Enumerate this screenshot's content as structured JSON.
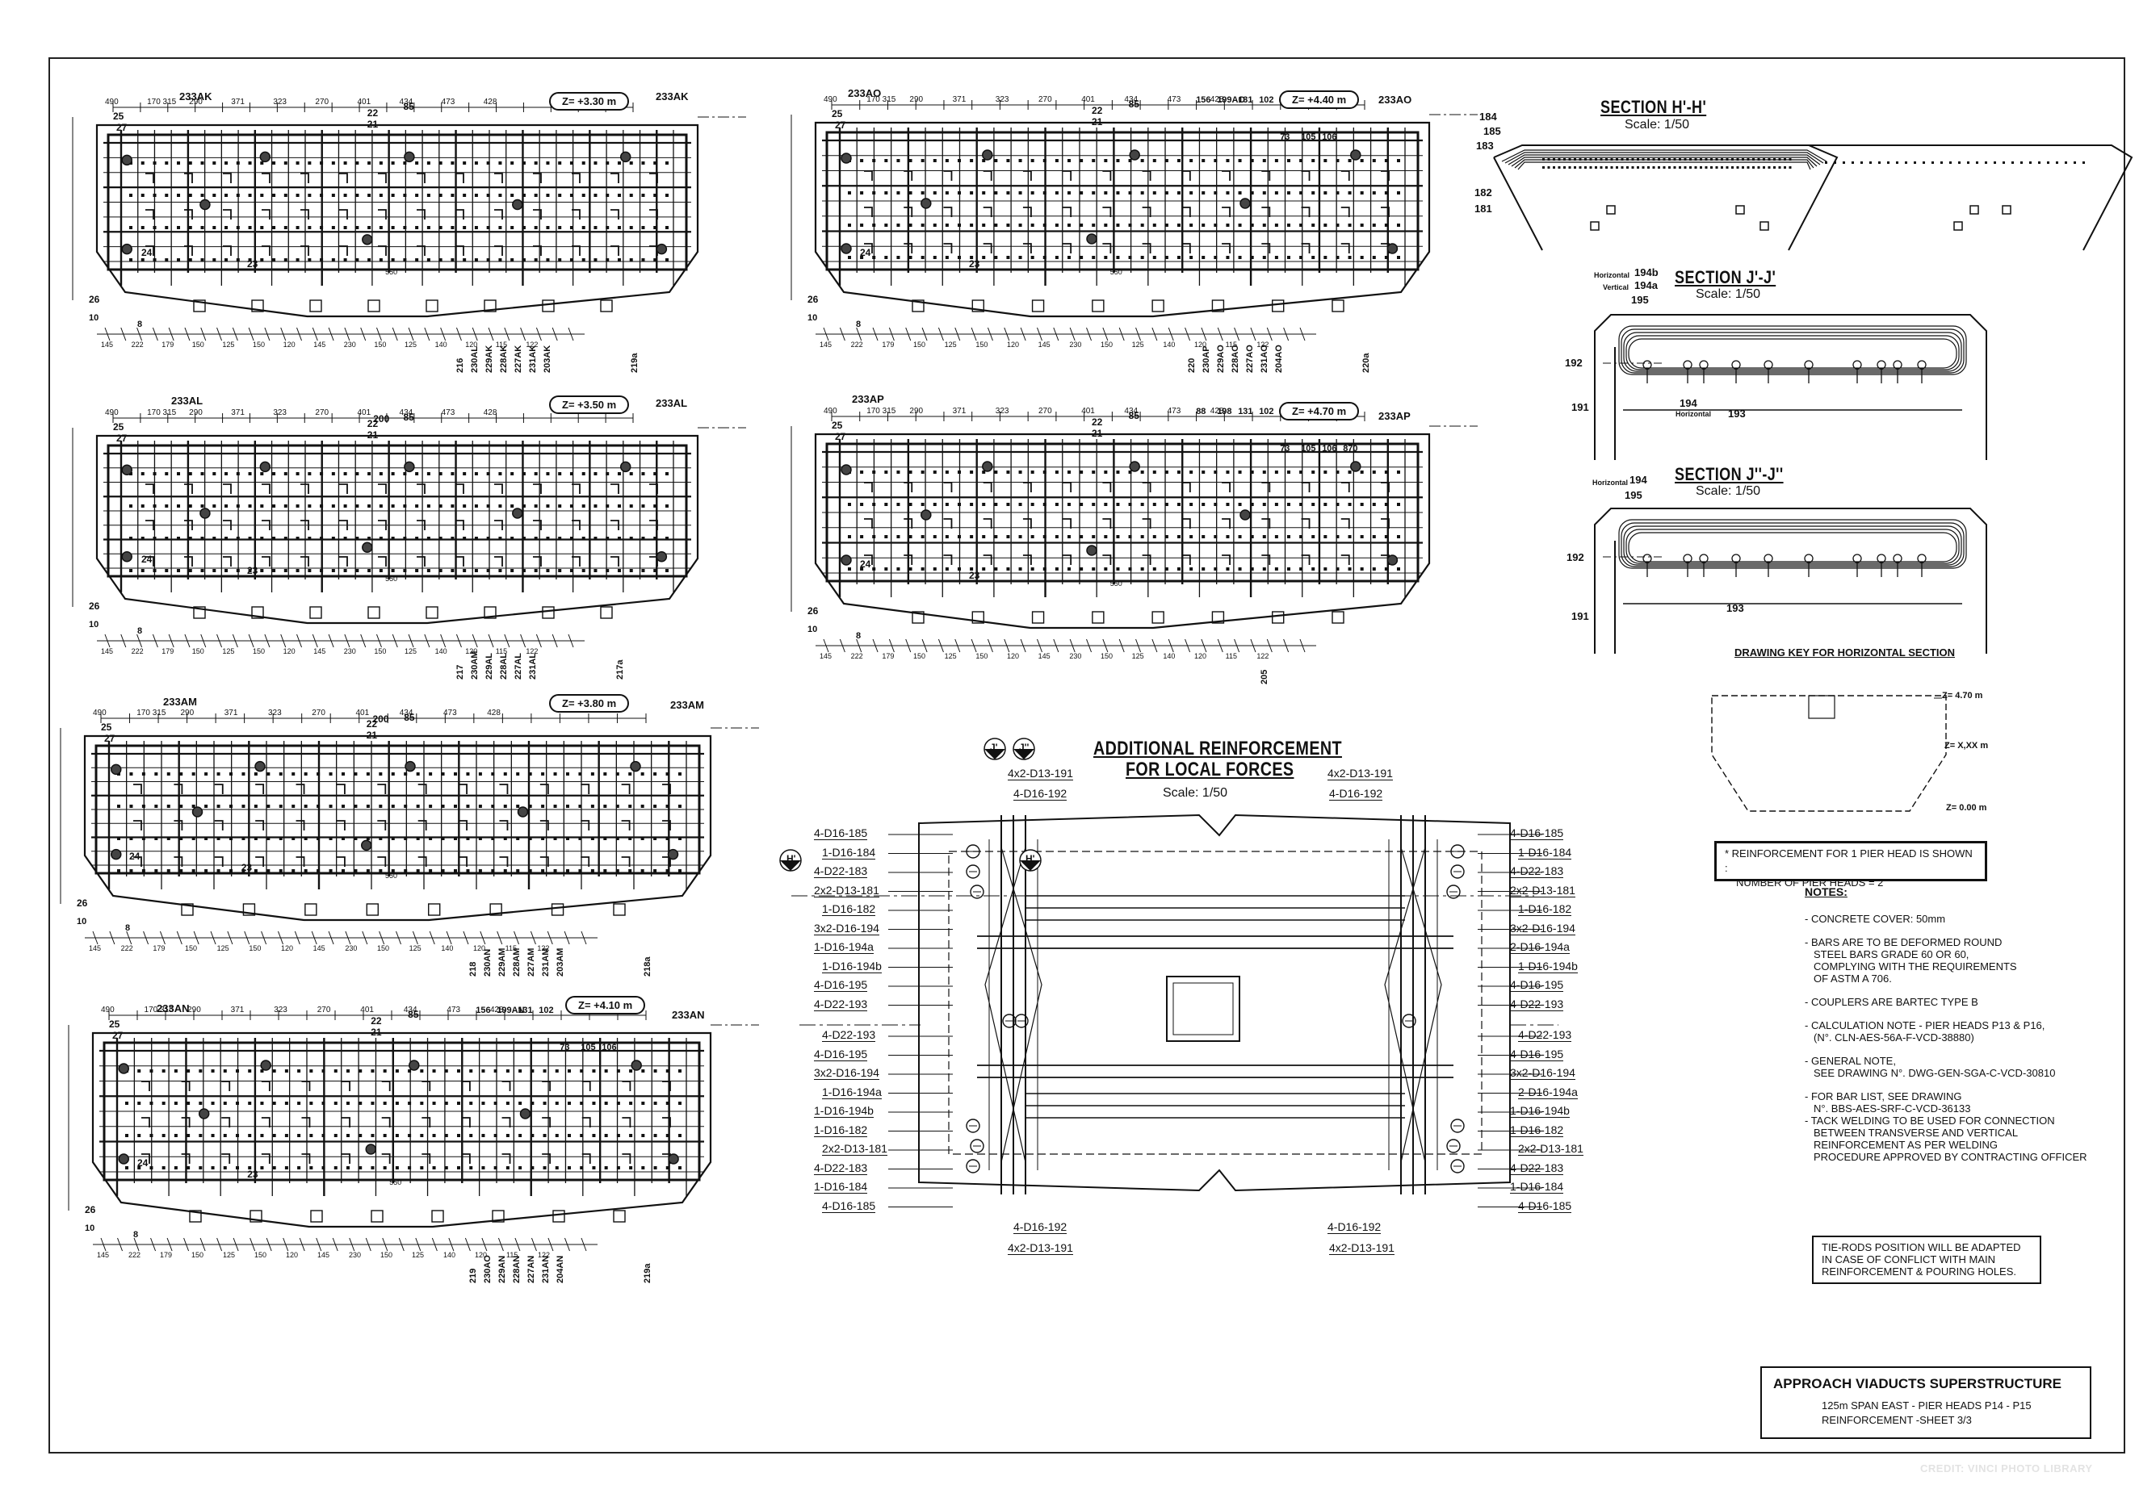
{
  "plans": [
    {
      "id": "p1",
      "elevation": "Z= +3.30 m",
      "top_tag": "233AK",
      "right_tag": "233AK"
    },
    {
      "id": "p2",
      "elevation": "Z= +3.50 m",
      "top_tag": "233AL",
      "right_tag": "233AL"
    },
    {
      "id": "p3",
      "elevation": "Z= +3.80 m",
      "top_tag": "233AM",
      "right_tag": "233AM"
    },
    {
      "id": "p4",
      "elevation": "Z= +4.10 m",
      "top_tag": "233AN",
      "right_tag": "233AN"
    },
    {
      "id": "p5",
      "elevation": "Z= +4.40 m",
      "top_tag": "233AO",
      "right_tag": "233AO"
    },
    {
      "id": "p6",
      "elevation": "Z= +4.70 m",
      "top_tag": "233AP",
      "right_tag": "233AP"
    }
  ],
  "plan_labels": {
    "top_dims": [
      "490",
      "170 315",
      "290",
      "371",
      "323",
      "270",
      "401",
      "434",
      "473",
      "428"
    ],
    "bottom_dims": [
      "145",
      "222",
      "179",
      "150",
      "125",
      "150",
      "120",
      "145",
      "230",
      "150",
      "125",
      "140",
      "120",
      "115",
      "122"
    ],
    "bar_marks": [
      "22",
      "21",
      "85",
      "25",
      "27",
      "24",
      "23",
      "26",
      "10",
      "8",
      "550",
      "200"
    ],
    "right_marks_p1": [
      "216",
      "230AL",
      "229AK",
      "228AK",
      "227AK",
      "231AK",
      "203AK",
      "219a"
    ],
    "right_marks_p2": [
      "217",
      "230AM",
      "229AL",
      "228AL",
      "227AL",
      "231AL",
      "217a"
    ],
    "right_marks_p3": [
      "218",
      "230AN",
      "229AM",
      "228AM",
      "227AM",
      "231AM",
      "203AM",
      "218a"
    ],
    "right_marks_p4": [
      "219",
      "230AO",
      "229AN",
      "228AN",
      "227AN",
      "231AN",
      "204AN",
      "219a"
    ],
    "right_marks_p5": [
      "220",
      "230AP",
      "229AO",
      "228AO",
      "227AO",
      "231AO",
      "204AO",
      "220a"
    ],
    "right_marks_p6": [
      "205"
    ],
    "p5_extra": [
      "156",
      "199AO",
      "131",
      "102",
      "73",
      "105",
      "106"
    ],
    "p6_extra": [
      "88",
      "198",
      "131",
      "102",
      "73",
      "105",
      "106",
      "870"
    ],
    "p4_extra": [
      "156",
      "199AN",
      "131",
      "102",
      "73",
      "105",
      "106"
    ]
  },
  "sections": {
    "hh": {
      "title": "SECTION H'-H'",
      "scale": "Scale: 1/50",
      "marks": [
        "184",
        "185",
        "183",
        "182",
        "181"
      ]
    },
    "jj1": {
      "title": "SECTION J'-J'",
      "scale": "Scale: 1/50",
      "marks": [
        "194b",
        "194a",
        "195",
        "192",
        "191",
        "194",
        "193"
      ],
      "tags": [
        "Horizontal",
        "Vertical",
        "Horizontal"
      ]
    },
    "jj2": {
      "title": "SECTION J''-J''",
      "scale": "Scale: 1/50",
      "marks": [
        "194",
        "195",
        "192",
        "191",
        "193"
      ],
      "tags": [
        "Horizontal"
      ]
    },
    "key_caption": "DRAWING KEY FOR HORIZONTAL SECTION"
  },
  "key": {
    "z_top": "Z= 4.70 m",
    "z_mid": "Z= X,XX m",
    "z_bot": "Z= 0.00 m"
  },
  "additional": {
    "title_line1": "ADDITIONAL REINFORCEMENT",
    "title_line2": "FOR LOCAL FORCES",
    "scale": "Scale: 1/50",
    "section_tags": [
      "J'",
      "J''",
      "H'",
      "H'"
    ],
    "top_left": [
      "4x2-D13-191",
      "4-D16-192"
    ],
    "top_right": [
      "4x2-D13-191",
      "4-D16-192"
    ],
    "bottom_left": [
      "4-D16-192",
      "4x2-D13-191"
    ],
    "bottom_right": [
      "4-D16-192",
      "4x2-D13-191"
    ],
    "left": [
      "4-D16-185",
      "1-D16-184",
      "4-D22-183",
      "2x2-D13-181",
      "1-D16-182",
      "3x2-D16-194",
      "1-D16-194a",
      "1-D16-194b",
      "4-D16-195",
      "4-D22-193",
      "4-D22-193",
      "4-D16-195",
      "3x2-D16-194",
      "1-D16-194a",
      "1-D16-194b",
      "1-D16-182",
      "2x2-D13-181",
      "4-D22-183",
      "1-D16-184",
      "4-D16-185"
    ],
    "right": [
      "4-D16-185",
      "1-D16-184",
      "4-D22-183",
      "2x2-D13-181",
      "1-D16-182",
      "3x2-D16-194",
      "2-D16-194a",
      "1-D16-194b",
      "4-D16-195",
      "4-D22-193",
      "4-D22-193",
      "4-D16-195",
      "3x2-D16-194",
      "2-D16-194a",
      "1-D16-194b",
      "1-D16-182",
      "2x2-D13-181",
      "4-D22-183",
      "1-D16-184",
      "4-D16-185"
    ]
  },
  "notebox": {
    "line1": "*  REINFORCEMENT FOR 1 PIER HEAD IS SHOWN :",
    "line2": "NUMBER OF PIER HEADS = 2"
  },
  "notes": {
    "heading": "NOTES:",
    "items": [
      [
        "- CONCRETE COVER: 50mm"
      ],
      [
        "- BARS ARE TO BE DEFORMED ROUND",
        "STEEL BARS GRADE 60 OR 60,",
        "COMPLYING WITH THE REQUIREMENTS",
        "OF ASTM A 706."
      ],
      [
        "- COUPLERS ARE BARTEC TYPE B"
      ],
      [
        "- CALCULATION NOTE - PIER HEADS P13 & P16,",
        "(N°. CLN-AES-56A-F-VCD-38880)"
      ],
      [
        "- GENERAL NOTE,",
        "SEE DRAWING N°. DWG-GEN-SGA-C-VCD-30810"
      ],
      [
        "- FOR BAR LIST, SEE DRAWING",
        "N°. BBS-AES-SRF-C-VCD-36133",
        "- TACK WELDING TO BE USED FOR CONNECTION",
        "BETWEEN TRANSVERSE AND VERTICAL",
        "REINFORCEMENT AS PER WELDING",
        "PROCEDURE APPROVED BY CONTRACTING OFFICER"
      ]
    ]
  },
  "tierods": [
    "TIE-RODS POSITION WILL BE ADAPTED",
    "IN CASE OF CONFLICT WITH MAIN",
    "REINFORCEMENT & POURING HOLES."
  ],
  "titleblock": {
    "title": "APPROACH VIADUCTS SUPERSTRUCTURE",
    "line2": "125m SPAN EAST - PIER HEADS P14 - P15",
    "line3": "REINFORCEMENT -SHEET 3/3"
  },
  "credit": "CREDIT: VINCI PHOTO LIBRARY"
}
